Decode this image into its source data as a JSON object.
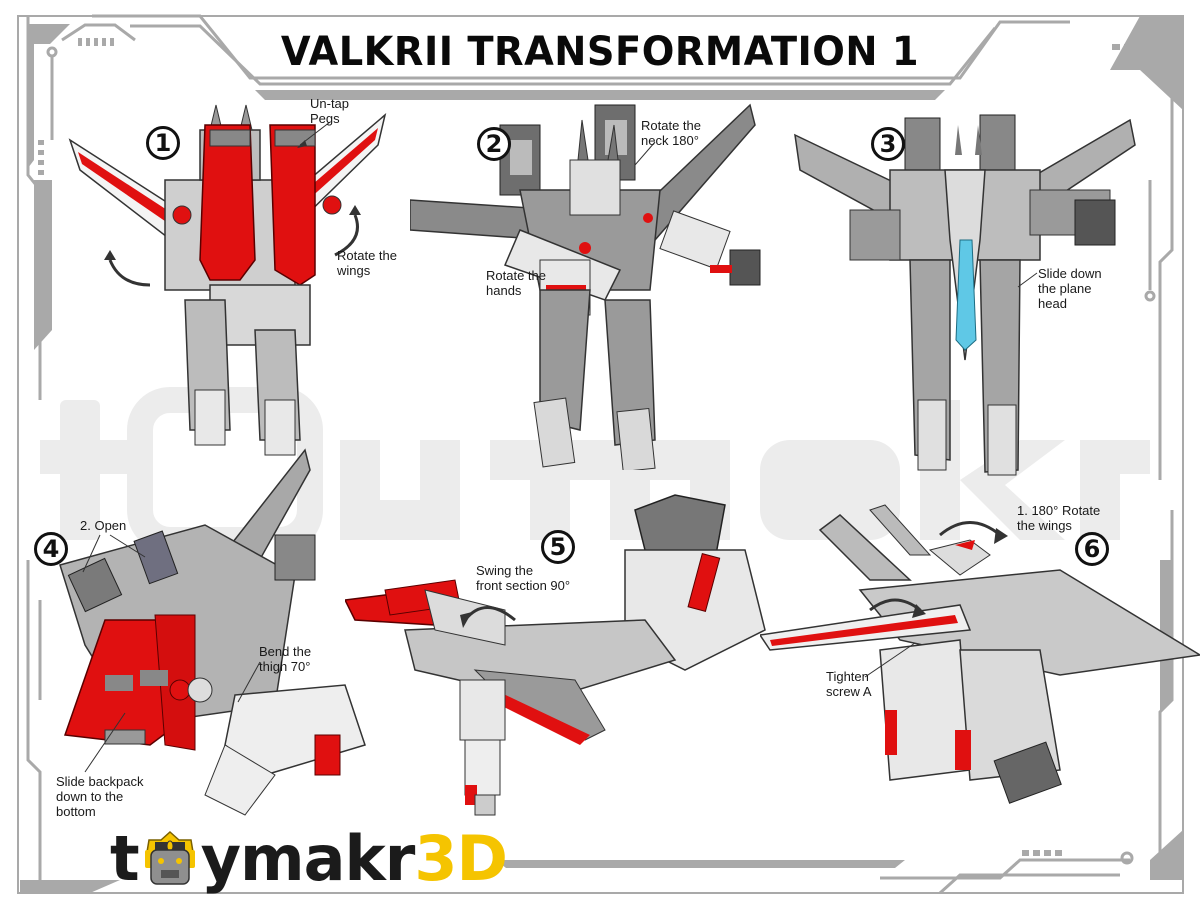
{
  "document": {
    "title": "VALKRII TRANSFORMATION 1",
    "colors": {
      "frame_gray": "#a9a9a9",
      "accent_red": "#e01010",
      "logo_yellow": "#f5c400",
      "logo_dark": "#1b1b1b",
      "canopy_blue": "#5fc8e6",
      "text": "#1a1a1a"
    }
  },
  "steps": [
    {
      "number": "1",
      "notes": [
        {
          "text": "Un-tap\nPegs"
        },
        {
          "text": "Rotate the\nwings"
        }
      ]
    },
    {
      "number": "2",
      "notes": [
        {
          "text": "Rotate the\nneck 180°"
        },
        {
          "text": "Rotate the\nhands"
        }
      ]
    },
    {
      "number": "3",
      "notes": [
        {
          "text": "Slide  down\nthe plane\nhead"
        }
      ]
    },
    {
      "number": "4",
      "notes": [
        {
          "text": "2. Open"
        },
        {
          "text": "Bend the\nthigh 70°"
        },
        {
          "text": "Slide backpack\ndown to the\nbottom"
        }
      ]
    },
    {
      "number": "5",
      "notes": [
        {
          "text": "Swing the\nfront section 90°"
        }
      ]
    },
    {
      "number": "6",
      "notes": [
        {
          "text": "1. 180° Rotate\n   the wings"
        },
        {
          "text": "Tighten\nscrew A"
        }
      ]
    }
  ],
  "branding": {
    "logo_prefix": "t",
    "logo_middle": "ymakr",
    "logo_suffix": "3D",
    "watermark": "toymakr3D"
  }
}
